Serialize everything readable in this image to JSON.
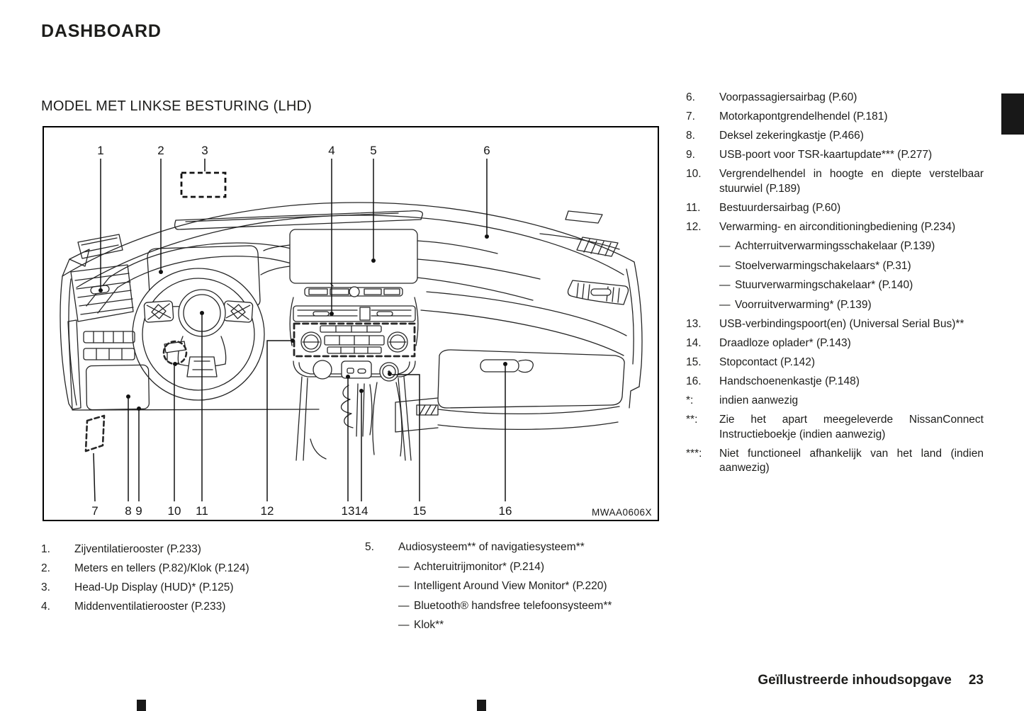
{
  "page": {
    "title": "DASHBOARD",
    "section_heading": "MODEL MET LINKSE BESTURING (LHD)",
    "footer_label": "Geïllustreerde inhoudsopgave",
    "footer_page_number": "23"
  },
  "ui": {
    "dash": "—"
  },
  "diagram": {
    "image_code": "MWAA0606X",
    "callouts": [
      "1",
      "2",
      "3",
      "4",
      "5",
      "6",
      "7",
      "8",
      "9",
      "10",
      "11",
      "12",
      "13",
      "14",
      "15",
      "16"
    ]
  },
  "legend": {
    "left": {
      "items": [
        {
          "num": "1.",
          "text": "Zijventilatierooster (P.233)"
        },
        {
          "num": "2.",
          "text": "Meters en tellers (P.82)/Klok (P.124)"
        },
        {
          "num": "3.",
          "text": "Head-Up Display (HUD)* (P.125)"
        },
        {
          "num": "4.",
          "text": "Middenventilatierooster (P.233)"
        }
      ]
    },
    "middle": {
      "item": {
        "num": "5.",
        "text": "Audiosysteem** of navigatiesysteem**"
      },
      "subs": [
        "Achteruitrijmonitor* (P.214)",
        "Intelligent Around View Monitor* (P.220)",
        "Bluetooth® handsfree telefoonsysteem**",
        "Klok**"
      ]
    },
    "right": {
      "items": [
        {
          "num": "6.",
          "text": "Voorpassagiersairbag (P.60)"
        },
        {
          "num": "7.",
          "text": "Motorkapontgrendelhendel (P.181)"
        },
        {
          "num": "8.",
          "text": "Deksel zekeringkastje (P.466)"
        },
        {
          "num": "9.",
          "text": "USB-poort voor TSR-kaartupdate*** (P.277)"
        },
        {
          "num": "10.",
          "text": "Vergrendelhendel in hoogte en diepte verstelbaar stuurwiel (P.189)"
        },
        {
          "num": "11.",
          "text": "Bestuurdersairbag (P.60)"
        },
        {
          "num": "12.",
          "text": "Verwarming- en airconditioningbediening (P.234)"
        }
      ],
      "item12_subs": [
        "Achterruitverwarmingsschakelaar (P.139)",
        "Stoelverwarmingschakelaars* (P.31)",
        "Stuurverwarmingschakelaar* (P.140)",
        "Voorruitverwarming* (P.139)"
      ],
      "items2": [
        {
          "num": "13.",
          "text": "USB-verbindingspoort(en) (Universal Serial Bus)**"
        },
        {
          "num": "14.",
          "text": "Draadloze oplader* (P.143)"
        },
        {
          "num": "15.",
          "text": "Stopcontact (P.142)"
        },
        {
          "num": "16.",
          "text": "Handschoenenkastje (P.148)"
        }
      ],
      "notes": [
        {
          "num": "*:",
          "text": "indien aanwezig"
        },
        {
          "num": "**:",
          "text": "Zie het apart meegeleverde NissanConnect Instructieboekje (indien aanwezig)"
        },
        {
          "num": "***:",
          "text": "Niet functioneel afhankelijk van het land (indien aanwezig)"
        }
      ]
    }
  }
}
